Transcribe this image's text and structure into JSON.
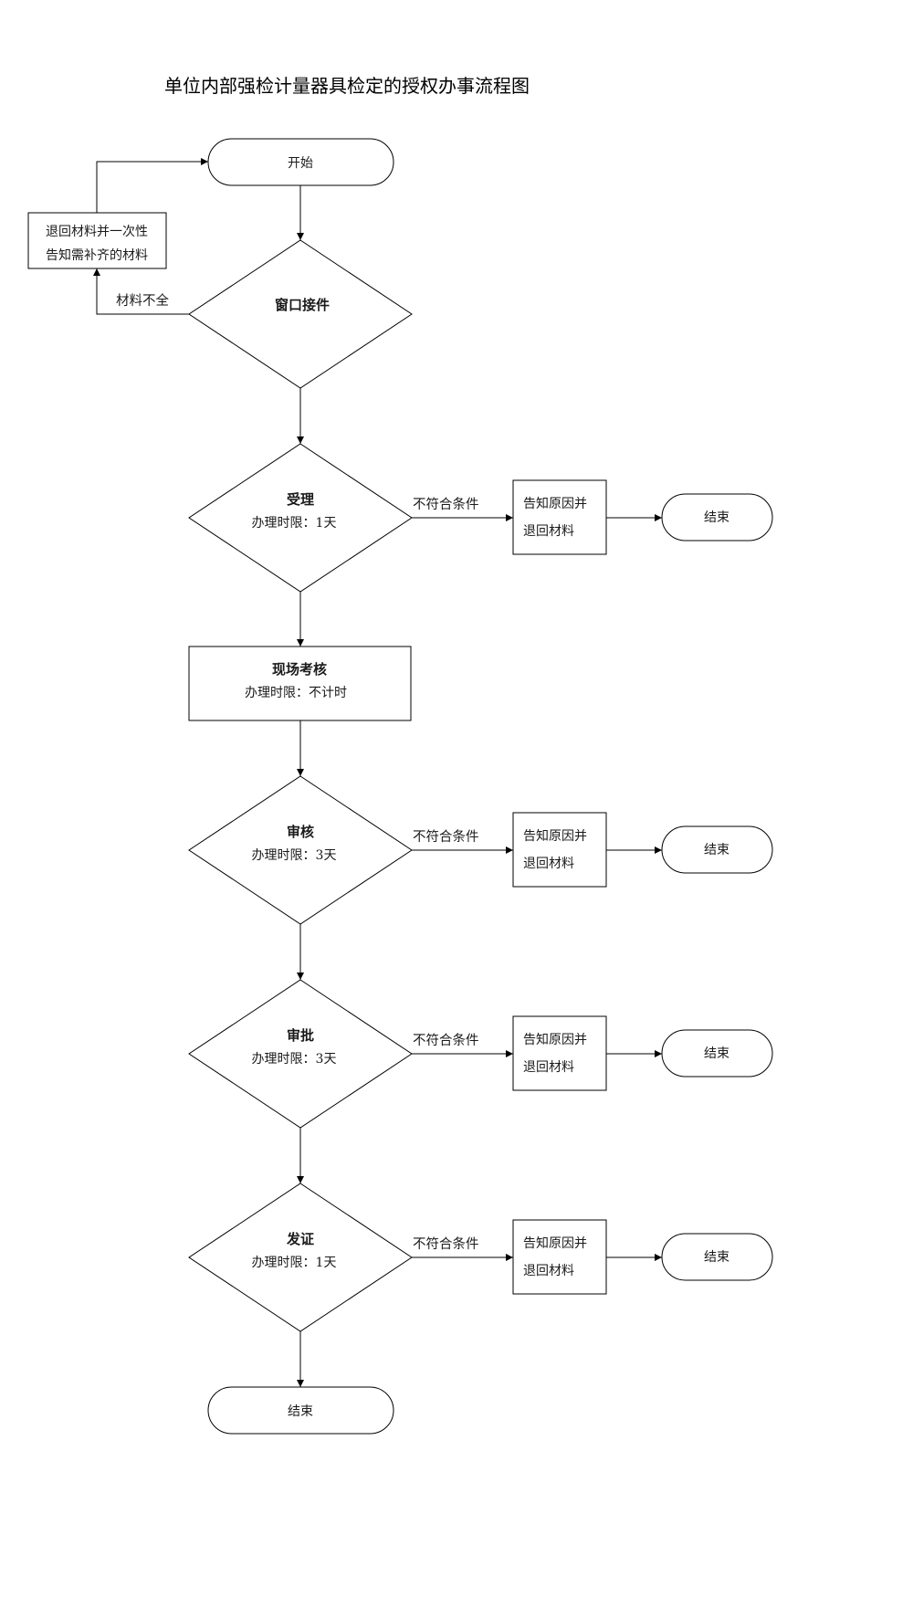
{
  "title": "单位内部强检计量器具检定的授权办事流程图",
  "start": "开始",
  "window": "窗口接件",
  "incomplete_label": "材料不全",
  "return_box": [
    "退回材料并一次性",
    "告知需补齐的材料"
  ],
  "not_qualified": "不符合条件",
  "notify_box": [
    "告知原因并",
    "退回材料"
  ],
  "end": "结束",
  "steps": [
    {
      "name": "受理",
      "limit": "办理时限：1天"
    },
    {
      "name": "现场考核",
      "limit": "办理时限：不计时"
    },
    {
      "name": "审核",
      "limit": "办理时限：3天"
    },
    {
      "name": "审批",
      "limit": "办理时限：3天"
    },
    {
      "name": "发证",
      "limit": "办理时限：1天"
    }
  ]
}
